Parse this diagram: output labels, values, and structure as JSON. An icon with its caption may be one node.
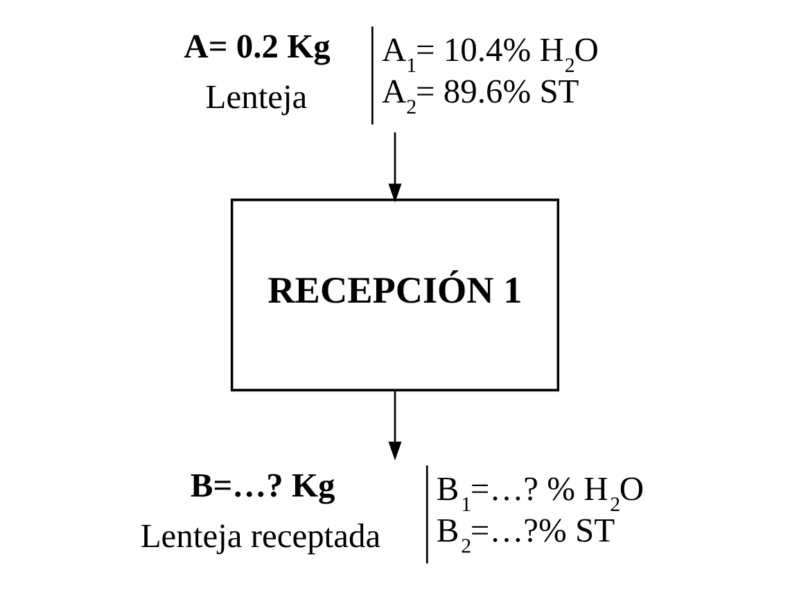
{
  "diagram": {
    "nodes": [
      {
        "text": [
          "A= 0.2 Kg",
          "Lenteja",
          "A$_{1}$= 10.4% H$_{2}$O",
          "A$_{2}$= 89.6% ST"
        ]
      },
      {
        "text": [
          "RECEPCIÓN 1"
        ]
      },
      {
        "text": [
          "B=…? Kg",
          "Lenteja receptada",
          "B$_{1}$=…? % H$_{2}$O",
          "B$_{2}$=…?% ST"
        ]
      }
    ],
    "edges": [
      {
        "from": 0,
        "to": 1,
        "arrow": "to"
      },
      {
        "from": 1,
        "to": 2,
        "arrow": "to"
      }
    ]
  }
}
